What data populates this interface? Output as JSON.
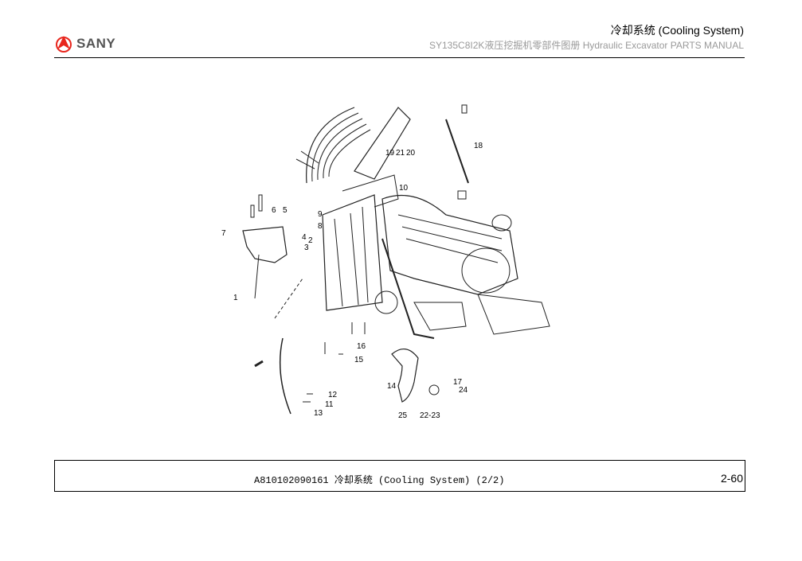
{
  "header": {
    "brand": "SANY",
    "title": "冷却系统 (Cooling System)",
    "subtitle": "SY135C8I2K液压挖掘机零部件图册 Hydraulic Excavator PARTS MANUAL"
  },
  "diagram": {
    "callouts": [
      "1",
      "2",
      "3",
      "4",
      "5",
      "6",
      "7",
      "8",
      "9",
      "10",
      "11",
      "12",
      "13",
      "14",
      "15",
      "16",
      "17",
      "18",
      "19",
      "21",
      "20",
      "22-23",
      "24",
      "25"
    ]
  },
  "footer": {
    "caption": "A810102090161 冷却系统 (Cooling System) (2/2)",
    "page": "2-60"
  },
  "colors": {
    "brand_red": "#e8261d",
    "brand_gray": "#555555"
  }
}
